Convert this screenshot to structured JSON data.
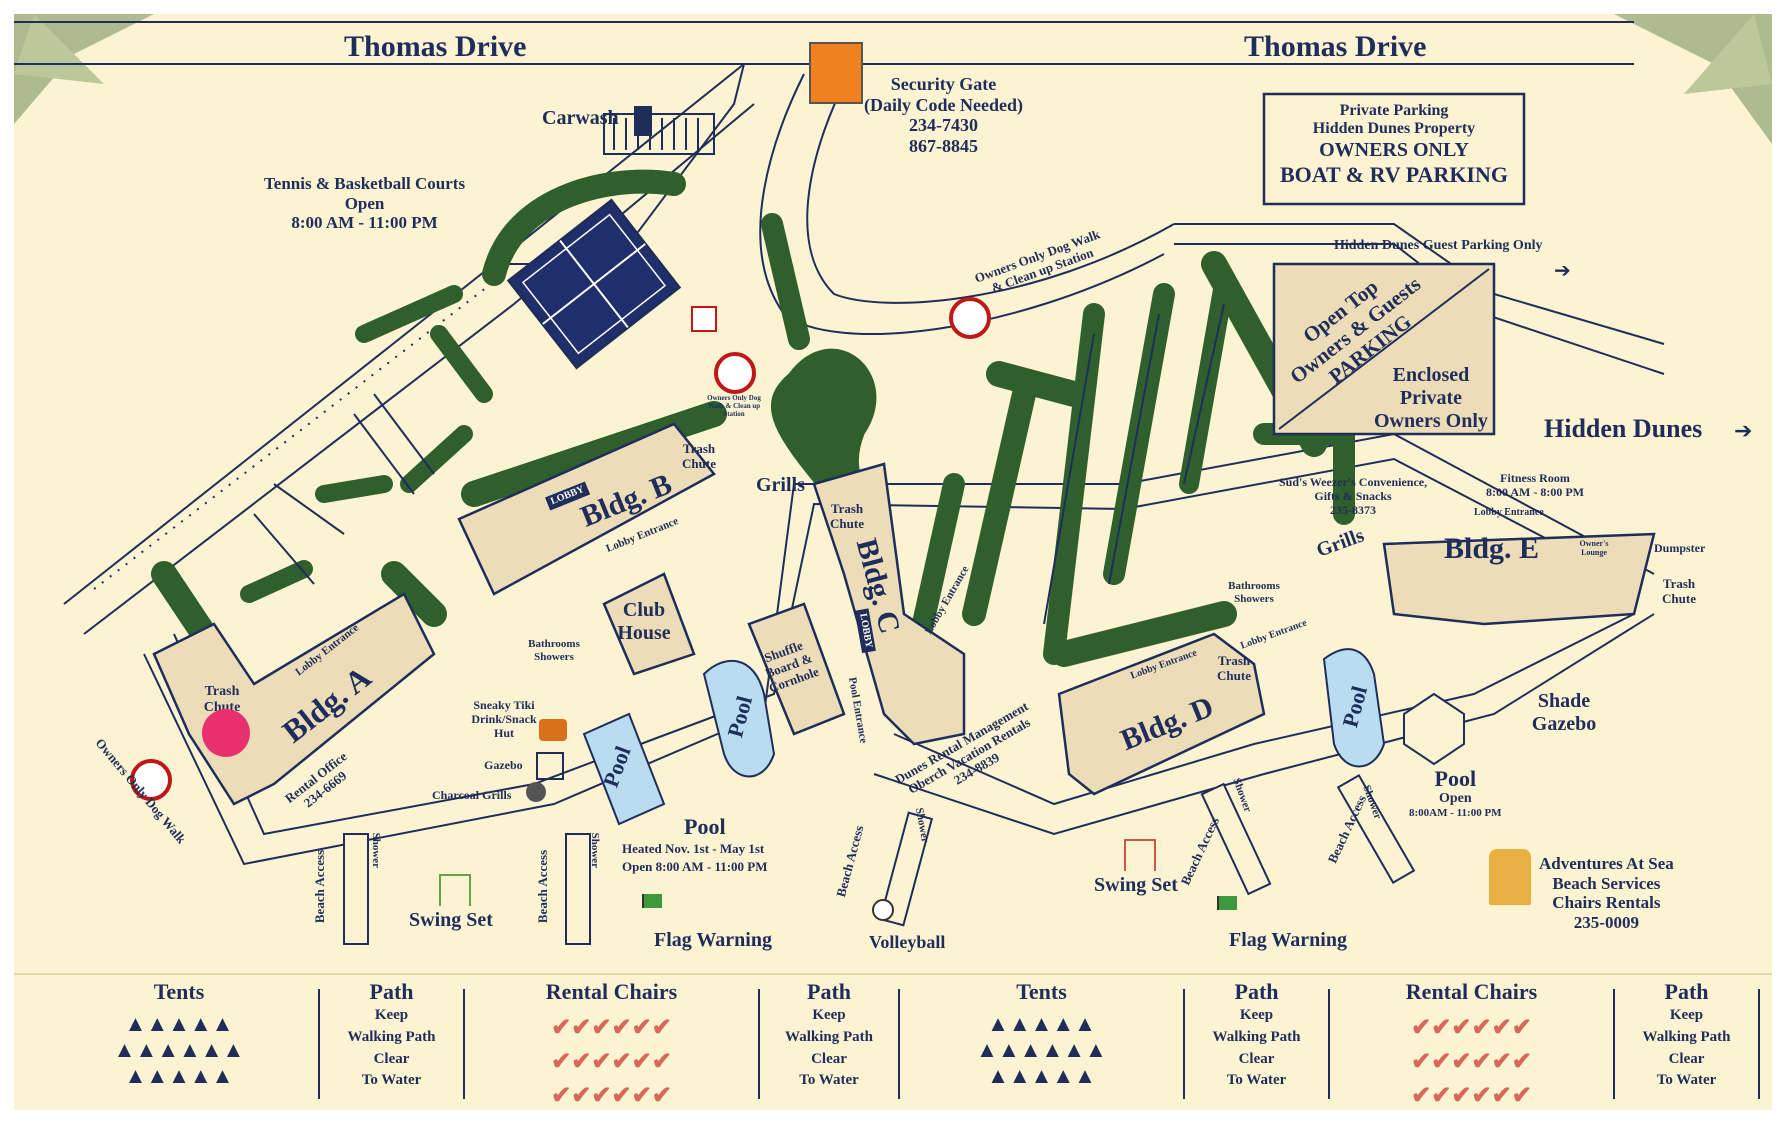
{
  "roads": {
    "top_left": "Thomas Drive",
    "top_right": "Thomas Drive"
  },
  "security_gate": {
    "title": "Security Gate",
    "note": "(Daily Code Needed)",
    "phone1": "234-7430",
    "phone2": "867-8845"
  },
  "carwash": "Carwash",
  "tennis": {
    "title": "Tennis & Basketball Courts",
    "status": "Open",
    "hours": "8:00 AM - 11:00 PM"
  },
  "private_parking": {
    "line1": "Private Parking",
    "line2": "Hidden Dunes Property",
    "line3": "OWNERS ONLY",
    "line4": "BOAT & RV PARKING"
  },
  "guest_parking": "Hidden Dunes Guest Parking Only",
  "dog_walk_top": {
    "line1": "Owners Only Dog Walk",
    "line2": "& Clean up Station"
  },
  "dog_walk_mid": "Owners Only Dog Walk & Clean up Station",
  "dog_walk_left": "Owners Only Dog Walk",
  "open_top": {
    "line1": "Open Top",
    "line2": "Owners & Guests",
    "line3": "PARKING"
  },
  "enclosed": {
    "line1": "Enclosed",
    "line2": "Private",
    "line3": "Owners Only"
  },
  "hidden_dunes": "Hidden Dunes",
  "buildings": {
    "a": "Bldg. A",
    "b": "Bldg. B",
    "c": "Bldg. C",
    "d": "Bldg. D",
    "e": "Bldg. E"
  },
  "labels": {
    "trash_chute": "Trash Chute",
    "lobby": "LOBBY",
    "lobby_entrance": "Lobby Entrance",
    "rental_office": "Rental Office",
    "rental_phone": "234-6669",
    "grills": "Grills",
    "club_house": "Club House",
    "bathrooms": "Bathrooms Showers",
    "shuffle": "Shuffle Board & Cornhole",
    "pool": "Pool",
    "sneaky_tiki": "Sneaky Tiki Drink/Snack Hut",
    "gazebo": "Gazebo",
    "charcoal": "Charcoal Grills",
    "pool_heated": "Heated Nov. 1st - May 1st",
    "pool_open": "Open 8:00 AM - 11:00 PM",
    "pool_entrance": "Pool Entrance",
    "dunes_rental": "Dunes Rental Management",
    "oberch": "Oberch Vacation Rentals",
    "dunes_phone": "234-8839",
    "suds": "Sud's Weezer's Convenience,",
    "suds2": "Gifts & Snacks",
    "suds_phone": "235-8373",
    "fitness": "Fitness Room",
    "fitness_hours": "8:00 AM - 8:00 PM",
    "dumpster": "Dumpster",
    "owners_lounge": "Owner's Lounge",
    "shade_gazebo": "Shade Gazebo",
    "pool_e_open": "Open",
    "pool_e_hours": "8:00AM - 11:00 PM",
    "beach_access": "Beach Access",
    "shower": "Shower",
    "swing_set": "Swing Set",
    "flag_warning": "Flag Warning",
    "volleyball": "Volleyball",
    "adventures1": "Adventures At Sea",
    "adventures2": "Beach Services",
    "adventures3": "Chairs Rentals",
    "adventures_phone": "235-0009"
  },
  "legend": [
    {
      "heading": "Tents"
    },
    {
      "heading": "Path",
      "lines": [
        "Keep",
        "Walking Path",
        "Clear",
        "To Water"
      ]
    },
    {
      "heading": "Rental Chairs"
    },
    {
      "heading": "Path",
      "lines": [
        "Keep",
        "Walking Path",
        "Clear",
        "To Water"
      ]
    },
    {
      "heading": "Tents"
    },
    {
      "heading": "Path",
      "lines": [
        "Keep",
        "Walking Path",
        "Clear",
        "To Water"
      ]
    },
    {
      "heading": "Rental Chairs"
    },
    {
      "heading": "Path",
      "lines": [
        "Keep",
        "Walking Path",
        "Clear",
        "To Water"
      ]
    }
  ],
  "colors": {
    "background": "#fbf3d2",
    "road": "#1e2d5a",
    "green": "#2e5f2c",
    "building": "#ecdcb8",
    "pool": "#b9dcf0",
    "marker": "#e8306e"
  }
}
